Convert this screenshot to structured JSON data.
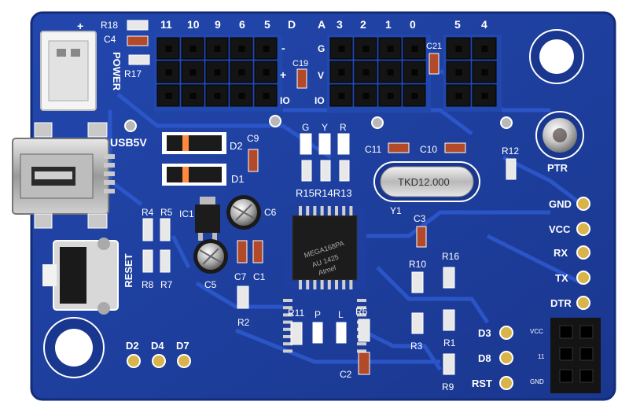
{
  "board": {
    "colors": {
      "pcb": "#1e3fa0",
      "pcb_edge": "#132c7a",
      "trace": "#2a54c4",
      "silk": "#ffffff",
      "gold": "#d9b44a",
      "header": "#141414",
      "chip": "#1c1c1c",
      "smd_red": "#b24a2a"
    },
    "power_label": "POWER",
    "power_plus": "+",
    "usb_label": "USB5V",
    "reset_label": "RESET",
    "ptr_label": "PTR",
    "crystal_label": "TKD12.000",
    "y1_label": "Y1",
    "chip_lines": [
      "MEGA168PA",
      "AU 1425",
      "Atmel"
    ],
    "header_left_numbers": [
      "11",
      "10",
      "9",
      "6",
      "5",
      "D"
    ],
    "header_left_side": [
      "-",
      "+",
      "IO"
    ],
    "header_mid_top": [
      "A",
      "3",
      "2",
      "1",
      "0"
    ],
    "header_mid_side": [
      "G",
      "V",
      "IO"
    ],
    "header_right_top": [
      "5",
      "4"
    ],
    "c19_label": "C19",
    "c21_label": "C21",
    "right_pins": [
      "GND",
      "VCC",
      "RX",
      "TX",
      "DTR"
    ],
    "bottom_pins_left": [
      "D2",
      "D4",
      "D7"
    ],
    "bottom_pins_right": [
      "D3",
      "D8",
      "RST"
    ],
    "icsp_labels": [
      "VCC",
      "11",
      "GND"
    ],
    "leds": [
      "G",
      "Y",
      "R"
    ],
    "led_resistors": "R15R14R13",
    "small_leds": [
      "P",
      "L"
    ],
    "components": {
      "r18": "R18",
      "c4": "C4",
      "r17": "R17",
      "d2": "D2",
      "d1": "D1",
      "c9": "C9",
      "ic1": "IC1",
      "c6": "C6",
      "c5": "C5",
      "r4": "R4",
      "r5": "R5",
      "r8": "R8",
      "r7": "R7",
      "c7": "C7",
      "c1": "C1",
      "r2": "R2",
      "c11": "C11",
      "c10": "C10",
      "r12": "R12",
      "c3": "C3",
      "r10": "R10",
      "r16": "R16",
      "r3": "R3",
      "r1": "R1",
      "r9": "R9",
      "r11": "R11",
      "r6": "R6",
      "c2": "C2"
    }
  }
}
